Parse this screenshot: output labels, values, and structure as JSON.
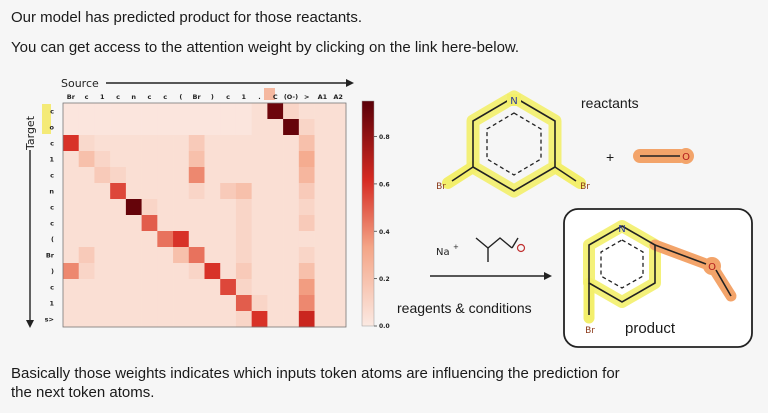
{
  "intro": {
    "line1": "Our model has predicted product for those reactants.",
    "line2": "You can get access to the attention weight by clicking on the link here-below."
  },
  "bottom_text": {
    "line1": "Basically those weights indicates which inputs token atoms are influencing the prediction for",
    "line2": "the next token atoms."
  },
  "chart_data": {
    "type": "heatmap",
    "xlabel": "Source",
    "ylabel": "Target",
    "source_tokens": [
      "Br",
      "c",
      "1",
      "c",
      "n",
      "c",
      "c",
      "(",
      "Br",
      ")",
      "c",
      "1",
      ".",
      "C",
      "(O-)",
      ">",
      "A1",
      "A2"
    ],
    "target_tokens": [
      "c",
      "o",
      "c",
      "1",
      "c",
      "n",
      "c",
      "c",
      "(",
      "Br",
      ")",
      "c",
      "1",
      "s>"
    ],
    "colorbar_ticks": [
      "0.8",
      "0.6",
      "0.4",
      "0.2",
      "0.0"
    ],
    "colorbar_range": [
      0,
      0.95
    ],
    "matrix": [
      [
        0.02,
        0.02,
        0.02,
        0.02,
        0.02,
        0.02,
        0.02,
        0.02,
        0.02,
        0.02,
        0.02,
        0.02,
        0.05,
        0.9,
        0.1,
        0.05,
        0.05,
        0.05
      ],
      [
        0.02,
        0.02,
        0.02,
        0.02,
        0.02,
        0.02,
        0.02,
        0.02,
        0.02,
        0.02,
        0.02,
        0.02,
        0.05,
        0.05,
        0.92,
        0.1,
        0.05,
        0.05
      ],
      [
        0.6,
        0.08,
        0.05,
        0.05,
        0.05,
        0.05,
        0.05,
        0.05,
        0.15,
        0.05,
        0.05,
        0.05,
        0.05,
        0.05,
        0.05,
        0.2,
        0.05,
        0.05
      ],
      [
        0.05,
        0.2,
        0.1,
        0.05,
        0.05,
        0.05,
        0.05,
        0.05,
        0.2,
        0.05,
        0.05,
        0.05,
        0.05,
        0.05,
        0.05,
        0.3,
        0.05,
        0.05
      ],
      [
        0.05,
        0.05,
        0.15,
        0.1,
        0.05,
        0.05,
        0.05,
        0.05,
        0.4,
        0.05,
        0.05,
        0.05,
        0.05,
        0.05,
        0.05,
        0.25,
        0.05,
        0.05
      ],
      [
        0.05,
        0.05,
        0.05,
        0.55,
        0.05,
        0.05,
        0.05,
        0.05,
        0.1,
        0.05,
        0.15,
        0.2,
        0.05,
        0.05,
        0.05,
        0.15,
        0.05,
        0.05
      ],
      [
        0.05,
        0.05,
        0.05,
        0.05,
        0.92,
        0.1,
        0.05,
        0.05,
        0.05,
        0.05,
        0.05,
        0.1,
        0.05,
        0.05,
        0.05,
        0.1,
        0.05,
        0.05
      ],
      [
        0.05,
        0.05,
        0.05,
        0.05,
        0.05,
        0.5,
        0.05,
        0.05,
        0.05,
        0.05,
        0.05,
        0.1,
        0.05,
        0.05,
        0.05,
        0.15,
        0.05,
        0.05
      ],
      [
        0.05,
        0.05,
        0.05,
        0.05,
        0.05,
        0.05,
        0.45,
        0.6,
        0.05,
        0.05,
        0.05,
        0.1,
        0.05,
        0.05,
        0.05,
        0.05,
        0.05,
        0.05
      ],
      [
        0.05,
        0.15,
        0.05,
        0.05,
        0.05,
        0.05,
        0.05,
        0.2,
        0.45,
        0.05,
        0.05,
        0.1,
        0.05,
        0.05,
        0.05,
        0.1,
        0.05,
        0.05
      ],
      [
        0.4,
        0.1,
        0.05,
        0.05,
        0.05,
        0.05,
        0.05,
        0.05,
        0.1,
        0.6,
        0.05,
        0.15,
        0.05,
        0.05,
        0.05,
        0.2,
        0.05,
        0.05
      ],
      [
        0.05,
        0.05,
        0.05,
        0.05,
        0.05,
        0.05,
        0.05,
        0.05,
        0.05,
        0.05,
        0.55,
        0.1,
        0.05,
        0.05,
        0.05,
        0.35,
        0.05,
        0.05
      ],
      [
        0.05,
        0.05,
        0.05,
        0.05,
        0.05,
        0.05,
        0.05,
        0.05,
        0.05,
        0.05,
        0.05,
        0.5,
        0.1,
        0.05,
        0.05,
        0.4,
        0.05,
        0.05
      ],
      [
        0.05,
        0.05,
        0.05,
        0.05,
        0.05,
        0.05,
        0.05,
        0.05,
        0.05,
        0.05,
        0.05,
        0.1,
        0.6,
        0.05,
        0.05,
        0.65,
        0.05,
        0.05
      ]
    ],
    "colors": {
      "low": "#fbe9e2",
      "high": "#5a0008"
    }
  },
  "molecules": {
    "reactants_label": "reactants",
    "plus_sign": "+",
    "product_label": "product",
    "reagents_label": "reagents & conditions",
    "reagent_na": "Na",
    "reagent_charge": "+",
    "atom_n": "N",
    "atom_o": "O",
    "atom_br": "Br",
    "highlight_yellow": "#f3ef6c",
    "highlight_orange": "#f3a46a"
  }
}
